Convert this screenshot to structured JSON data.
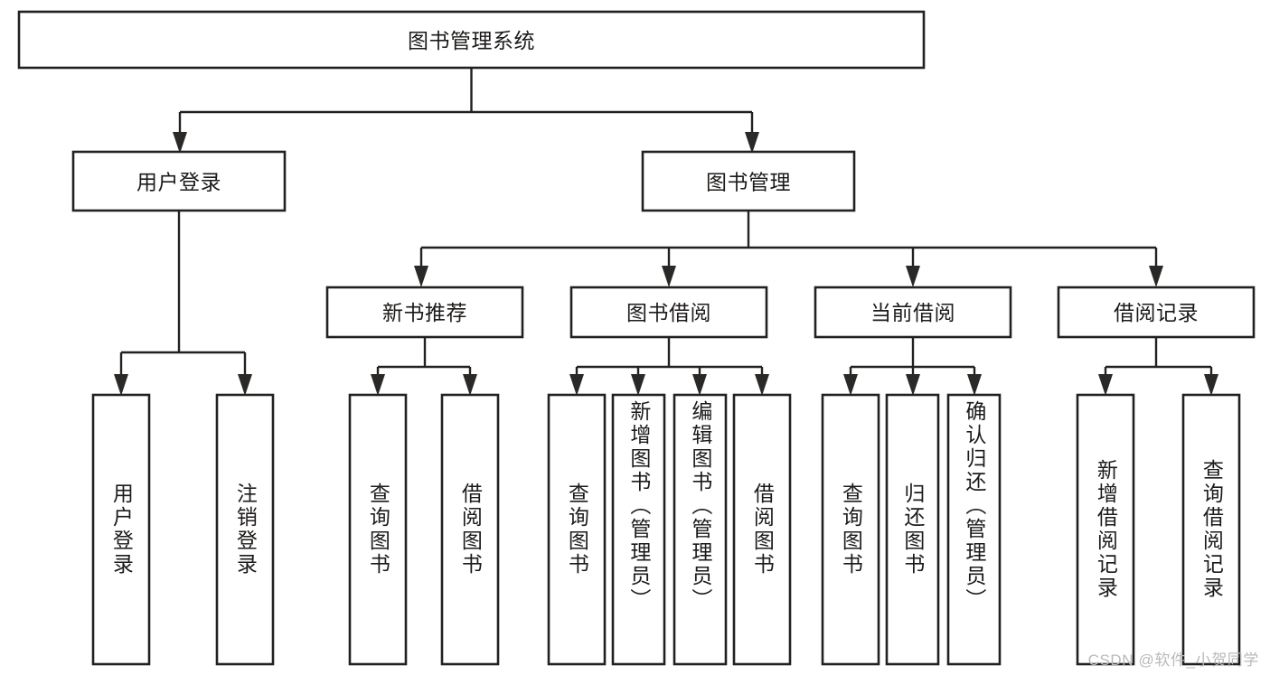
{
  "diagram": {
    "title": "图书管理系统",
    "type": "tree-hierarchy",
    "watermark": "CSDN @软件_小贺同学",
    "colors": {
      "stroke": "#23211f",
      "fill": "#ffffff",
      "text": "#1d1b1a",
      "watermark": "#b9b9b9",
      "background": "#ffffff"
    },
    "nodes": {
      "root": {
        "label": "图书管理系统",
        "level": 0,
        "orientation": "horizontal"
      },
      "l1_user_login": {
        "label": "用户登录",
        "level": 1,
        "orientation": "horizontal"
      },
      "l1_book_manage": {
        "label": "图书管理",
        "level": 1,
        "orientation": "horizontal"
      },
      "l2_new_book": {
        "label": "新书推荐",
        "level": 2,
        "orientation": "horizontal"
      },
      "l2_borrow": {
        "label": "图书借阅",
        "level": 2,
        "orientation": "horizontal"
      },
      "l2_current": {
        "label": "当前借阅",
        "level": 2,
        "orientation": "horizontal"
      },
      "l2_record": {
        "label": "借阅记录",
        "level": 2,
        "orientation": "horizontal"
      },
      "leaf_user_login": {
        "label": "用户登录",
        "level": 3,
        "orientation": "vertical",
        "parent": "l1_user_login"
      },
      "leaf_user_logout": {
        "label": "注销登录",
        "level": 3,
        "orientation": "vertical",
        "parent": "l1_user_login"
      },
      "leaf_nb_query": {
        "label": "查询图书",
        "level": 3,
        "orientation": "vertical",
        "parent": "l2_new_book"
      },
      "leaf_nb_borrow": {
        "label": "借阅图书",
        "level": 3,
        "orientation": "vertical",
        "parent": "l2_new_book"
      },
      "leaf_bw_query": {
        "label": "查询图书",
        "level": 3,
        "orientation": "vertical",
        "parent": "l2_borrow"
      },
      "leaf_bw_add": {
        "label": "新增图书（管理员）",
        "level": 3,
        "orientation": "vertical",
        "parent": "l2_borrow"
      },
      "leaf_bw_edit": {
        "label": "编辑图书（管理员）",
        "level": 3,
        "orientation": "vertical",
        "parent": "l2_borrow"
      },
      "leaf_bw_borrow": {
        "label": "借阅图书",
        "level": 3,
        "orientation": "vertical",
        "parent": "l2_borrow"
      },
      "leaf_cur_query": {
        "label": "查询图书",
        "level": 3,
        "orientation": "vertical",
        "parent": "l2_current"
      },
      "leaf_cur_return": {
        "label": "归还图书",
        "level": 3,
        "orientation": "vertical",
        "parent": "l2_current"
      },
      "leaf_cur_confirm": {
        "label": "确认归还（管理员）",
        "level": 3,
        "orientation": "vertical",
        "parent": "l2_current"
      },
      "leaf_rec_add": {
        "label": "新增借阅记录",
        "level": 3,
        "orientation": "vertical",
        "parent": "l2_record"
      },
      "leaf_rec_query": {
        "label": "查询借阅记录",
        "level": 3,
        "orientation": "vertical",
        "parent": "l2_record"
      }
    },
    "edges": [
      {
        "from": "root",
        "to": "l1_user_login"
      },
      {
        "from": "root",
        "to": "l1_book_manage"
      },
      {
        "from": "l1_book_manage",
        "to": "l2_new_book"
      },
      {
        "from": "l1_book_manage",
        "to": "l2_borrow"
      },
      {
        "from": "l1_book_manage",
        "to": "l2_current"
      },
      {
        "from": "l1_book_manage",
        "to": "l2_record"
      },
      {
        "from": "l1_user_login",
        "to": "leaf_user_login"
      },
      {
        "from": "l1_user_login",
        "to": "leaf_user_logout"
      },
      {
        "from": "l2_new_book",
        "to": "leaf_nb_query"
      },
      {
        "from": "l2_new_book",
        "to": "leaf_nb_borrow"
      },
      {
        "from": "l2_borrow",
        "to": "leaf_bw_query"
      },
      {
        "from": "l2_borrow",
        "to": "leaf_bw_add"
      },
      {
        "from": "l2_borrow",
        "to": "leaf_bw_edit"
      },
      {
        "from": "l2_borrow",
        "to": "leaf_bw_borrow"
      },
      {
        "from": "l2_current",
        "to": "leaf_cur_query"
      },
      {
        "from": "l2_current",
        "to": "leaf_cur_return"
      },
      {
        "from": "l2_current",
        "to": "leaf_cur_confirm"
      },
      {
        "from": "l2_record",
        "to": "leaf_rec_add"
      },
      {
        "from": "l2_record",
        "to": "leaf_rec_query"
      }
    ]
  }
}
